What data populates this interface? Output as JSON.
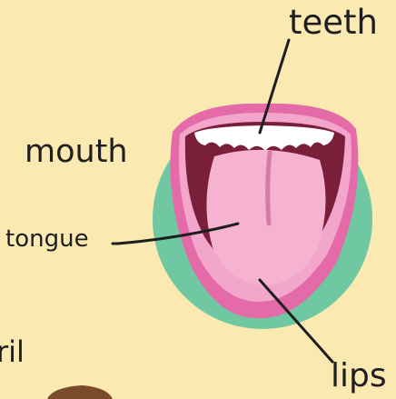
{
  "labels": {
    "teeth": "teeth",
    "mouth": "mouth",
    "tongue": "tongue",
    "lips": "lips",
    "nostril_partial": "ril"
  },
  "colors": {
    "background": "#fbe9b2",
    "outer_circle": "#6fc8a1",
    "lips": "#e46aa8",
    "inner_lip": "#f3a6cb",
    "mouth_cavity": "#7a1f3a",
    "teeth": "#ffffff",
    "tongue": "#f6b3cf",
    "leader_line": "#1e1e1e"
  }
}
